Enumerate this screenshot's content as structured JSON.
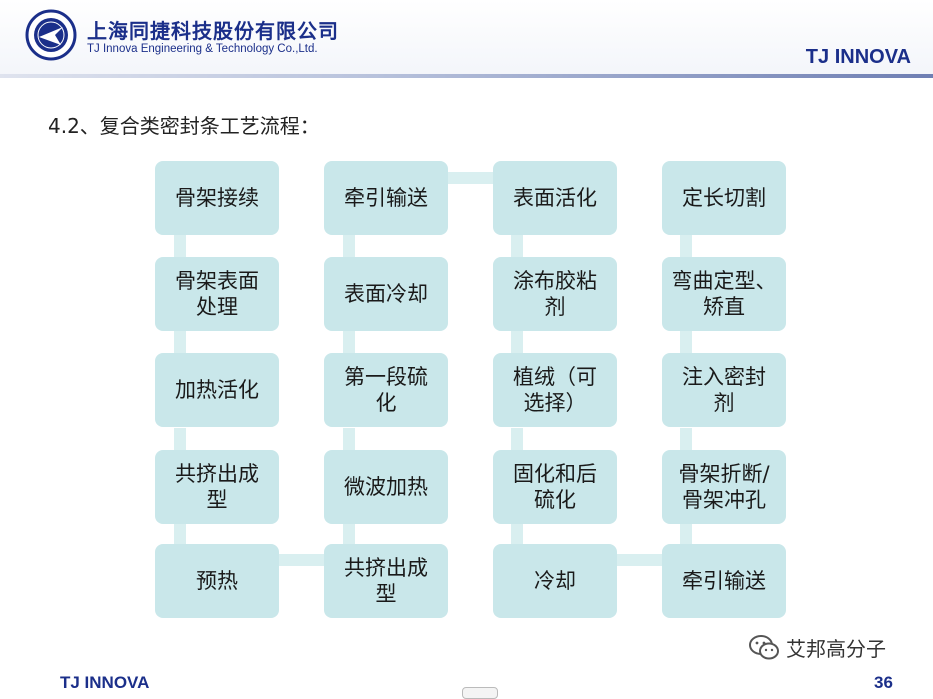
{
  "header": {
    "company_cn": "上海同捷科技股份有限公司",
    "company_en": "TJ Innova Engineering & Technology Co.,Ltd.",
    "brand": "TJ INNOVA",
    "logo_icon": "company-seal-logo",
    "accent_color": "#1b2f8a"
  },
  "section_title": "4.2、复合类密封条工艺流程：",
  "flow": {
    "box_color": "#c9e7ea",
    "connector_color": "#d9eff0",
    "columns": [
      {
        "steps": [
          "骨架接续",
          "骨架表面\n处理",
          "加热活化",
          "共挤出成\n型",
          "预热"
        ]
      },
      {
        "steps": [
          "牵引输送",
          "表面冷却",
          "第一段硫\n化",
          "微波加热",
          "共挤出成\n型"
        ]
      },
      {
        "steps": [
          "表面活化",
          "涂布胶粘\n剂",
          "植绒（可\n选择）",
          "固化和后\n硫化",
          "冷却"
        ]
      },
      {
        "steps": [
          "定长切割",
          "弯曲定型、\n矫直",
          "注入密封\n剂",
          "骨架折断/\n骨架冲孔",
          "牵引输送"
        ]
      }
    ]
  },
  "footer": {
    "brand": "TJ INNOVA",
    "page_number": "36"
  },
  "watermark": {
    "text": "艾邦高分子",
    "icon": "wechat-icon"
  }
}
